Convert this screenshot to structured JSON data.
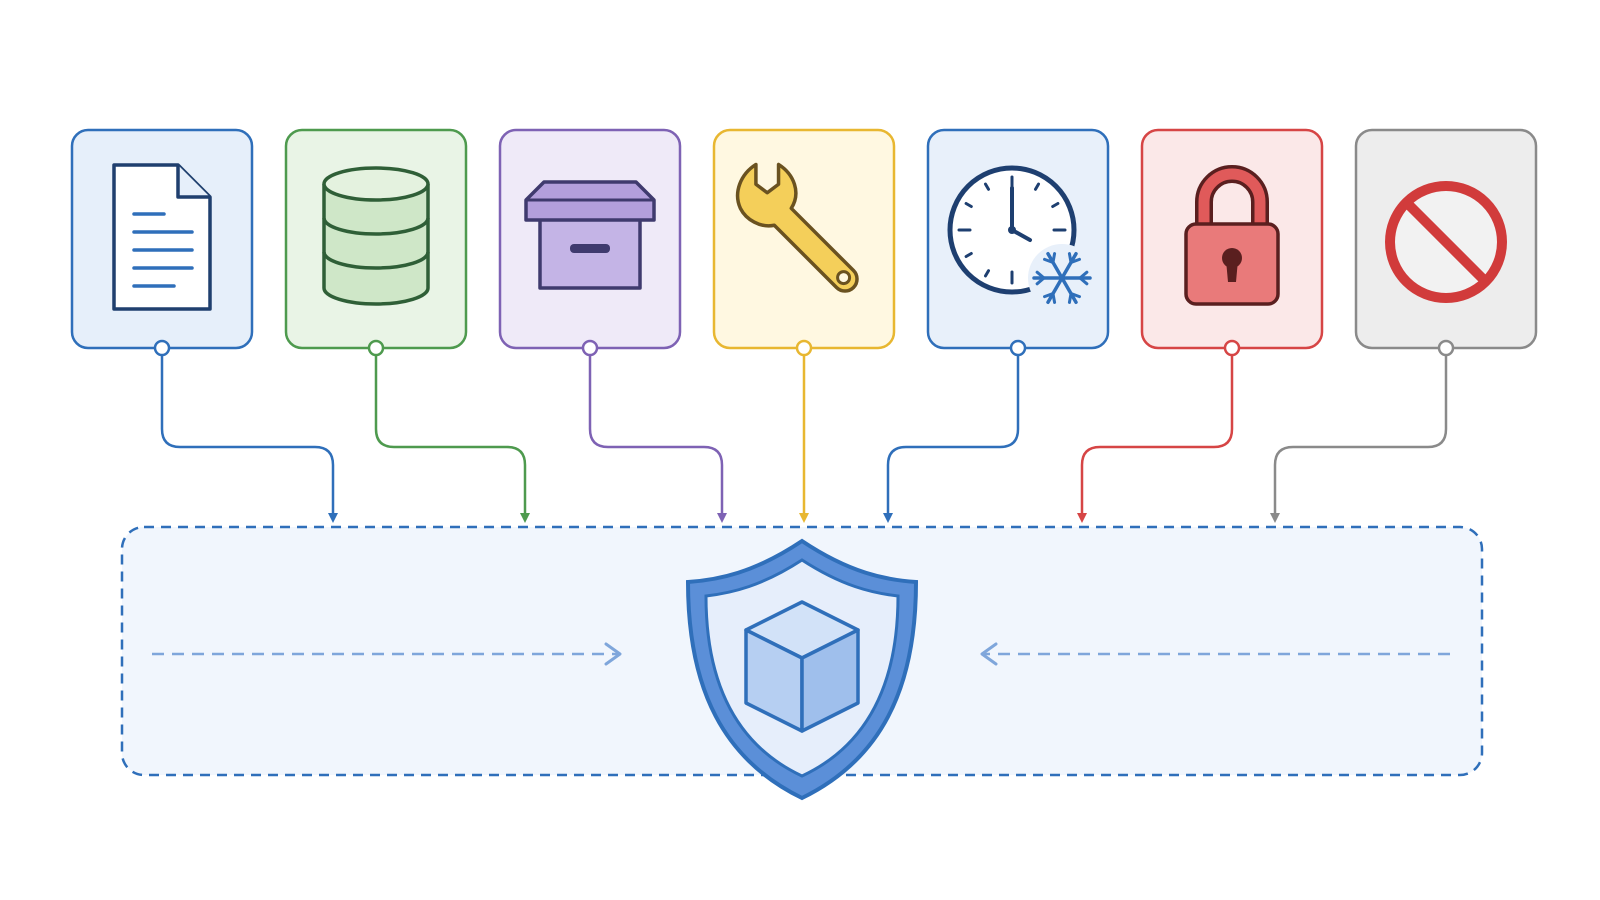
{
  "diagram": {
    "sources": [
      {
        "id": "document",
        "icon": "document-icon",
        "stroke": "#2f6fba",
        "fill": "#e6effa",
        "accent": "#2f6fba"
      },
      {
        "id": "database",
        "icon": "database-icon",
        "stroke": "#4e9a4e",
        "fill": "#e9f4e6",
        "accent": "#2f5f37"
      },
      {
        "id": "archive",
        "icon": "archive-box-icon",
        "stroke": "#7e62b4",
        "fill": "#efeaf8",
        "accent": "#3f3a6e"
      },
      {
        "id": "maintenance",
        "icon": "wrench-icon",
        "stroke": "#e8b731",
        "fill": "#fff8e1",
        "accent": "#6a5220"
      },
      {
        "id": "frozen-time",
        "icon": "clock-snowflake-icon",
        "stroke": "#2f6fba",
        "fill": "#e8f0fa",
        "accent": "#1e3f70"
      },
      {
        "id": "locked",
        "icon": "padlock-icon",
        "stroke": "#d64545",
        "fill": "#fbe8e8",
        "accent": "#5a1f1f"
      },
      {
        "id": "blocked",
        "icon": "prohibited-icon",
        "stroke": "#8a8a8a",
        "fill": "#ededed",
        "accent": "#d13b3b"
      }
    ],
    "target": {
      "icon": "shield-cube-icon",
      "border": "#2f6fba",
      "fill": "#f1f6fd",
      "shield_outer": "#5b8fd8",
      "shield_inner": "#e6eefb",
      "cube_fill": "#b6cff2",
      "cube_stroke": "#2f6fba",
      "inner_arrows": "#7fa6db"
    }
  }
}
